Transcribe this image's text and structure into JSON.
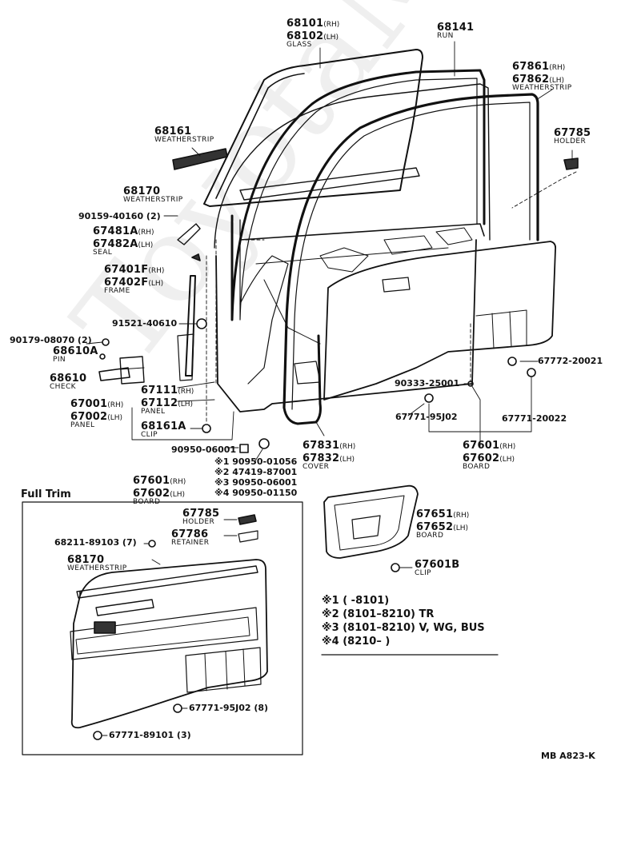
{
  "watermark": "ToyotaMinibus",
  "frame_title": "Full Trim",
  "ref_code": "MB  A823-K",
  "parts": {
    "glass": {
      "pn1": "68101",
      "sfx1": "(RH)",
      "pn2": "68102",
      "sfx2": "(LH)",
      "name": "GLASS"
    },
    "run": {
      "pn": "68141",
      "name": "RUN"
    },
    "door_ws": {
      "pn1": "67861",
      "sfx1": "(RH)",
      "pn2": "67862",
      "sfx2": "(LH)",
      "name": "WEATHERSTRIP"
    },
    "glass_ws": {
      "pn": "68161",
      "name": "WEATHERSTRIP"
    },
    "holder_top": {
      "pn": "67785",
      "name": "HOLDER"
    },
    "inner_ws": {
      "pn": "68170",
      "name": "WEATHERSTRIP"
    },
    "screw1": {
      "pn": "90159-40160 (2)"
    },
    "seal": {
      "pn1": "67481A",
      "sfx1": "(RH)",
      "pn2": "67482A",
      "sfx2": "(LH)",
      "name": "SEAL"
    },
    "frame": {
      "pn1": "67401F",
      "sfx1": "(RH)",
      "pn2": "67402F",
      "sfx2": "(LH)",
      "name": "FRAME"
    },
    "plug": {
      "pn": "91521-40610"
    },
    "bolt": {
      "pn": "90179-08070 (2)"
    },
    "pin": {
      "pn": "68610A",
      "name": "PIN"
    },
    "check": {
      "pn": "68610",
      "name": "CHECK"
    },
    "panel_upper": {
      "pn1": "67111",
      "sfx1": "(RH)",
      "pn2": "67112",
      "sfx2": "(LH)",
      "name": "PANEL"
    },
    "panel_door": {
      "pn1": "67001",
      "sfx1": "(RH)",
      "pn2": "67002",
      "sfx2": "(LH)",
      "name": "PANEL"
    },
    "clip_a": {
      "pn": "68161A",
      "name": "CLIP"
    },
    "hole_plug": {
      "pn": "90950-06001"
    },
    "cover": {
      "pn1": "67831",
      "sfx1": "(RH)",
      "pn2": "67832",
      "sfx2": "(LH)",
      "name": "COVER"
    },
    "board": {
      "pn1": "67601",
      "sfx1": "(RH)",
      "pn2": "67602",
      "sfx2": "(LH)",
      "name": "BOARD"
    },
    "clip_20021": {
      "pn": "67772-20021"
    },
    "clip_25001": {
      "pn": "90333-25001"
    },
    "clip_95j02": {
      "pn": "67771-95J02"
    },
    "clip_20022": {
      "pn": "67771-20022"
    },
    "variants": [
      {
        "mark": "※1",
        "pn": "90950-01056"
      },
      {
        "mark": "※2",
        "pn": "47419-87001"
      },
      {
        "mark": "※3",
        "pn": "90950-06001"
      },
      {
        "mark": "※4",
        "pn": "90950-01150"
      }
    ],
    "board_full": {
      "pn1": "67601",
      "sfx1": "(RH)",
      "pn2": "67602",
      "sfx2": "(LH)",
      "name": "BOARD"
    },
    "holder_full": {
      "pn": "67785",
      "name": "HOLDER"
    },
    "retainer": {
      "pn": "67786",
      "name": "RETAINER"
    },
    "clip_89103": {
      "pn": "68211-89103 (7)"
    },
    "ws_full": {
      "pn": "68170",
      "name": "WEATHERSTRIP"
    },
    "clip_95j02_8": {
      "pn": "67771-95J02 (8)"
    },
    "clip_89101": {
      "pn": "67771-89101 (3)"
    },
    "board_lower": {
      "pn1": "67651",
      "sfx1": "(RH)",
      "pn2": "67652",
      "sfx2": "(LH)",
      "name": "BOARD"
    },
    "clip_b": {
      "pn": "67601B",
      "name": "CLIP"
    }
  },
  "notes": [
    {
      "mark": "※1",
      "text": "(         -8101)"
    },
    {
      "mark": "※2",
      "text": "(8101–8210) TR"
    },
    {
      "mark": "※3",
      "text": "(8101–8210) V, WG, BUS"
    },
    {
      "mark": "※4",
      "text": "(8210–          )"
    }
  ]
}
